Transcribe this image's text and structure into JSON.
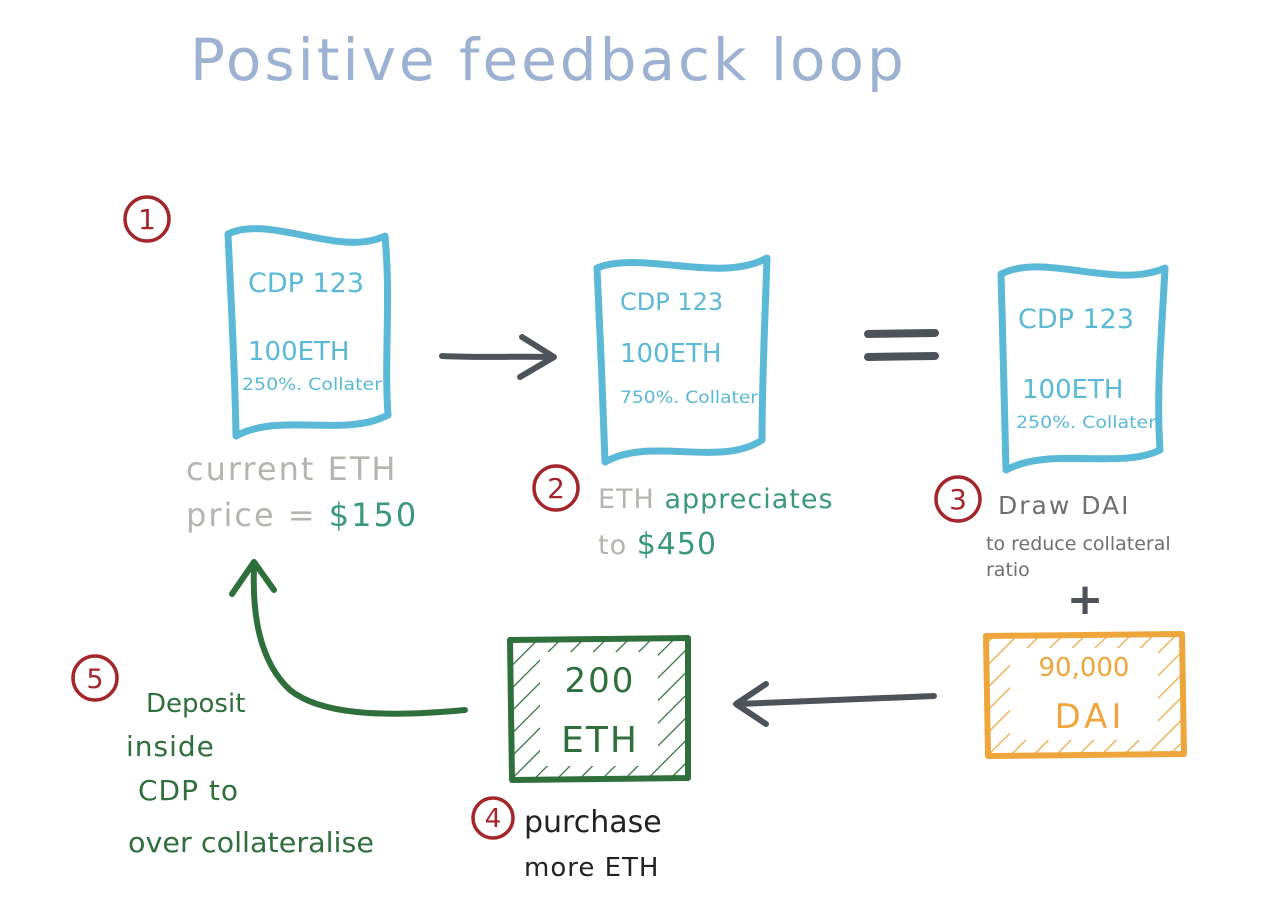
{
  "title": "Positive feedback loop",
  "colors": {
    "title": "#9db2d3",
    "cdp": "#5ab9d6",
    "step_circle": "#a3262a",
    "muted": "#b6b4ae",
    "teal": "#3a9a77",
    "gray_text": "#6f6f6f",
    "arrow": "#4d5358",
    "green": "#2f6f3c",
    "orange": "#eea63c",
    "black": "#222222"
  },
  "cdp_cards": [
    {
      "name": "CDP 123",
      "collateral": "100ETH",
      "ratio": "250%. Collater"
    },
    {
      "name": "CDP 123",
      "collateral": "100ETH",
      "ratio": "750%. Collater"
    },
    {
      "name": "CDP 123",
      "collateral": "100ETH",
      "ratio": "250%. Collater"
    }
  ],
  "steps": {
    "s1": {
      "number": "1",
      "line1": "current ETH",
      "line2_prefix": "price = ",
      "line2_value": "$150"
    },
    "s2": {
      "number": "2",
      "line1_prefix": "ETH ",
      "line1_value": "appreciates",
      "line2_prefix": "to ",
      "line2_value": "$450"
    },
    "s3": {
      "number": "3",
      "line1": "Draw DAI",
      "line2": "to reduce collateral",
      "line3": "ratio"
    },
    "s4": {
      "number": "4",
      "line1": "purchase",
      "line2": "more ETH"
    },
    "s5": {
      "number": "5",
      "line1": "Deposit",
      "line2": "inside",
      "line3": "CDP to",
      "line4": "over collateralise"
    }
  },
  "equals": "=",
  "plus": "+",
  "dai_box": {
    "amount": "90,000",
    "unit": "DAI"
  },
  "eth_box": {
    "amount": "200",
    "unit": "ETH"
  }
}
